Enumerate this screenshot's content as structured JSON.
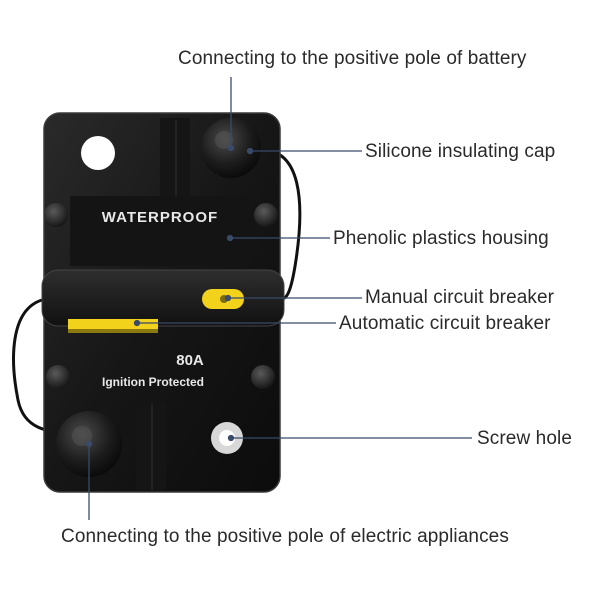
{
  "device": {
    "marking_top": "WATERPROOF",
    "rating": "80A",
    "marking_bottom": "Ignition Protected"
  },
  "callouts": {
    "battery_pole": "Connecting to the positive pole of battery",
    "silicone_cap": "Silicone insulating cap",
    "housing": "Phenolic plastics housing",
    "manual_breaker": "Manual circuit breaker",
    "automatic_breaker": "Automatic circuit breaker",
    "screw_hole": "Screw hole",
    "appliance_pole": "Connecting to the positive pole of electric appliances"
  },
  "colors": {
    "housing": "#1b1b1b",
    "lever_yellow": "#f2d21a",
    "leader_line": "#3a4a6a",
    "text": "#2a2a2a"
  }
}
